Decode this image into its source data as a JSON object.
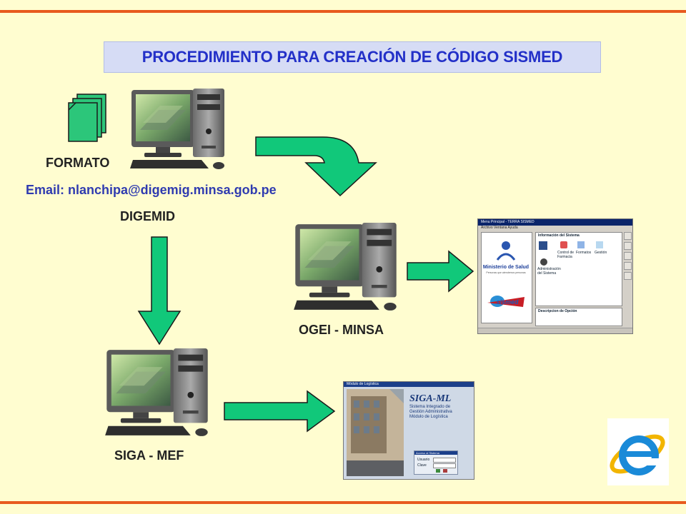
{
  "title": "PROCEDIMIENTO PARA CREACIÓN DE CÓDIGO SISMED",
  "nodes": {
    "formato_label": "FORMATO",
    "email": "Email: nlanchipa@digemig.minsa.gob.pe",
    "digemid_label": "DIGEMID",
    "ogei_label": "OGEI - MINSA",
    "siga_label": "SIGA - MEF"
  },
  "sismed_screen": {
    "window_title": "Menu Principal - TERRA SISMED",
    "menu": "Archivo  Ventana  Ayuda",
    "panel_header": "Información del Sistema",
    "ministry_text": "Ministerio de Salud",
    "ministry_sub": "Personas que atendemos personas",
    "icons": [
      "Control de Farmacia",
      "Formatos",
      "Gestión",
      "Administración del Sistema"
    ],
    "logo_text": "sismed",
    "desc_header": "Descripcion de Opción"
  },
  "siga_screen": {
    "window_title": "Módulo de Logística",
    "logo_text": "SIGA-ML",
    "subtitle_lines": [
      "Sistema Integrado de",
      "Gestión Administrativa",
      "Módulo de Logística"
    ],
    "login_header": "Acceso al Sistema",
    "login_fields": [
      "Usuario",
      "Clave"
    ]
  },
  "colors": {
    "background": "#fffdd0",
    "rule": "#e85a1e",
    "title_text": "#2330c8",
    "title_box": "#d6dcf5",
    "arrow_fill": "#11c87a",
    "email_text": "#2f3bb0"
  },
  "icons": [
    "document-stack-icon",
    "computer-icon",
    "internet-explorer-icon"
  ]
}
